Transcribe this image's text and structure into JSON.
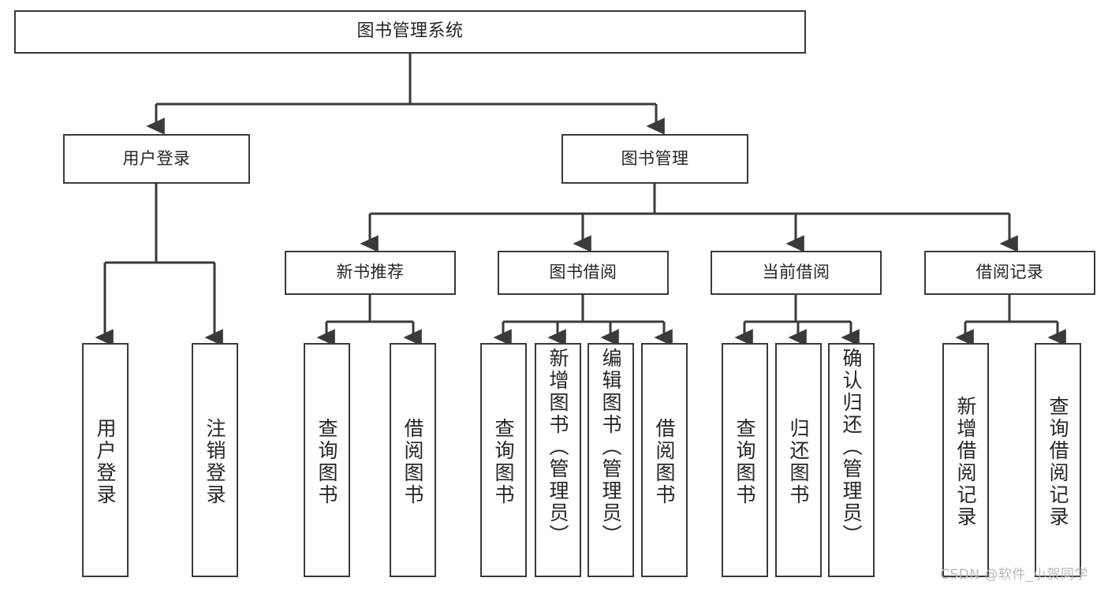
{
  "diagram": {
    "title": "图书管理系统",
    "type": "tree-hierarchy",
    "stroke_color": "#3a3a3a",
    "text_color": "#262626",
    "background_color": "#ffffff",
    "levels": {
      "root": {
        "label": "图书管理系统"
      },
      "level2": [
        {
          "label": "用户登录"
        },
        {
          "label": "图书管理"
        }
      ],
      "level3": [
        {
          "label": "新书推荐"
        },
        {
          "label": "图书借阅"
        },
        {
          "label": "当前借阅"
        },
        {
          "label": "借阅记录"
        }
      ],
      "leaves": {
        "user_login": [
          {
            "label": "用户登录"
          },
          {
            "label": "注销登录"
          }
        ],
        "new_book": [
          {
            "label": "查询图书"
          },
          {
            "label": "借阅图书"
          }
        ],
        "book_borrow": [
          {
            "label": "查询图书"
          },
          {
            "label": "新增图书（管理员）"
          },
          {
            "label": "编辑图书（管理员）"
          },
          {
            "label": "借阅图书"
          }
        ],
        "current_borrow": [
          {
            "label": "查询图书"
          },
          {
            "label": "归还图书"
          },
          {
            "label": "确认归还（管理员）"
          }
        ],
        "borrow_record": [
          {
            "label": "新增借阅记录"
          },
          {
            "label": "查询借阅记录"
          }
        ]
      }
    }
  },
  "watermark": {
    "text": "CSDN @软件_小贺同学"
  }
}
